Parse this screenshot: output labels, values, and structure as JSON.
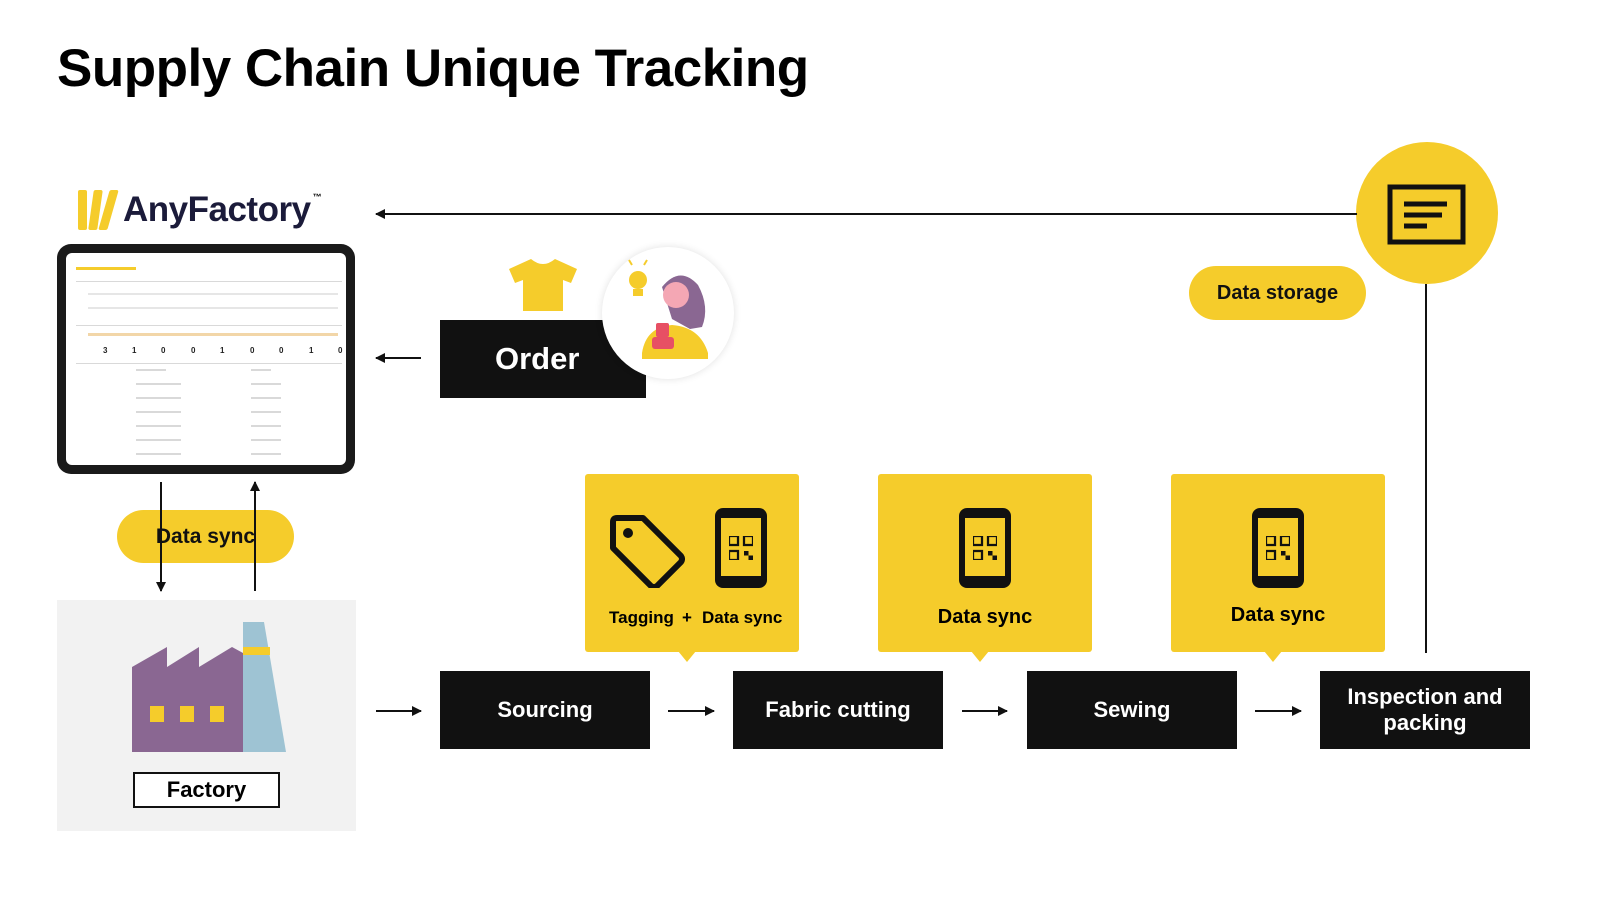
{
  "title": "Supply Chain Unique Tracking",
  "logo": {
    "name": "AnyFactory",
    "tm": "™"
  },
  "tablet": {
    "icon": "dashboard-screenshot",
    "counts": [
      "3",
      "1",
      "0",
      "0",
      "1",
      "0",
      "0",
      "1",
      "0"
    ]
  },
  "order": {
    "label": "Order",
    "icons": [
      "t-shirt-icon",
      "person-with-lightbulb-icon"
    ]
  },
  "data_storage": {
    "label": "Data storage",
    "icon": "document-icon"
  },
  "data_sync_left": {
    "label": "Data sync"
  },
  "factory": {
    "label": "Factory",
    "icon": "factory-icon"
  },
  "stages": [
    "Sourcing",
    "Fabric cutting",
    "Sewing",
    "Inspection and packing"
  ],
  "callouts": [
    {
      "left_label": "Tagging",
      "plus": "+",
      "right_label": "Data sync",
      "icons": [
        "tag-icon",
        "phone-qr-icon"
      ]
    },
    {
      "label": "Data sync",
      "icon": "phone-qr-icon"
    },
    {
      "label": "Data sync",
      "icon": "phone-qr-icon"
    }
  ],
  "colors": {
    "accent": "#f5cc2b",
    "dark": "#111111",
    "factory_purple": "#8a6792",
    "chimney_blue": "#9ec3d3"
  }
}
